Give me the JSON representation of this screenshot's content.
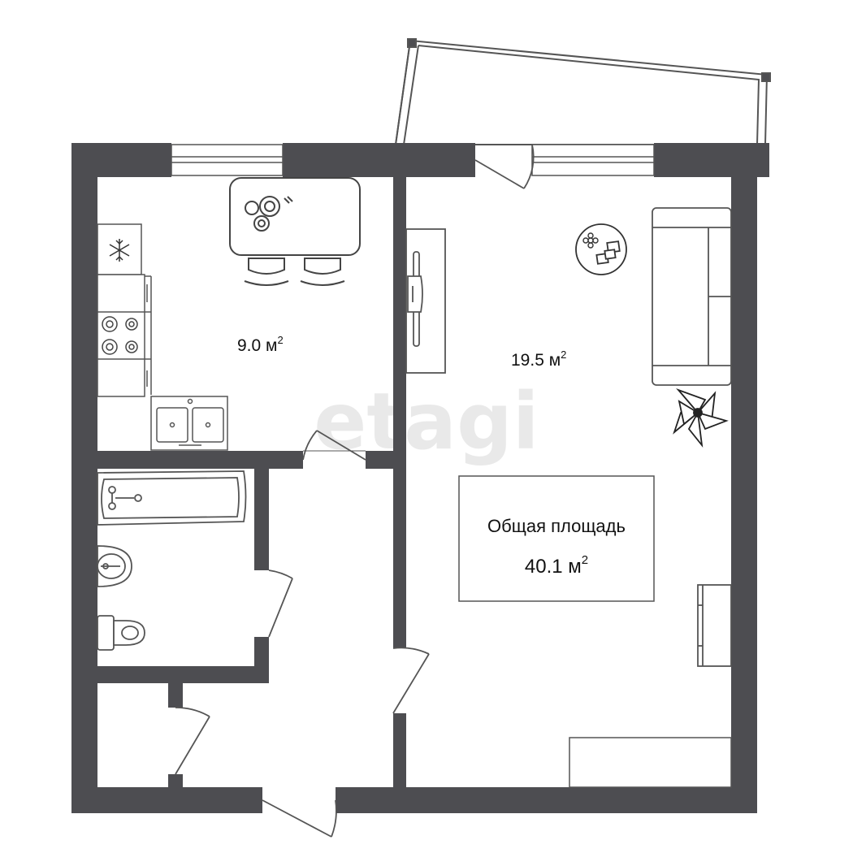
{
  "plan": {
    "watermark": "etagi",
    "rooms": {
      "kitchen": {
        "area_value": "9.0 м",
        "area_sup": "2"
      },
      "living": {
        "area_value": "19.5 м",
        "area_sup": "2"
      }
    },
    "total": {
      "title": "Общая площадь",
      "value": "40.1 м",
      "sup": "2"
    }
  },
  "colors": {
    "wall": "#4d4d51",
    "line": "#555555",
    "background": "#ffffff",
    "watermark": "#e9e9e9"
  },
  "icons": [
    "snowflake-icon",
    "plant-icon",
    "stove-icon",
    "sink-icon",
    "bathtub-icon",
    "washbasin-icon",
    "toilet-icon",
    "sofa-icon",
    "tv-stand-icon",
    "round-table-icon",
    "dining-table-icon"
  ]
}
